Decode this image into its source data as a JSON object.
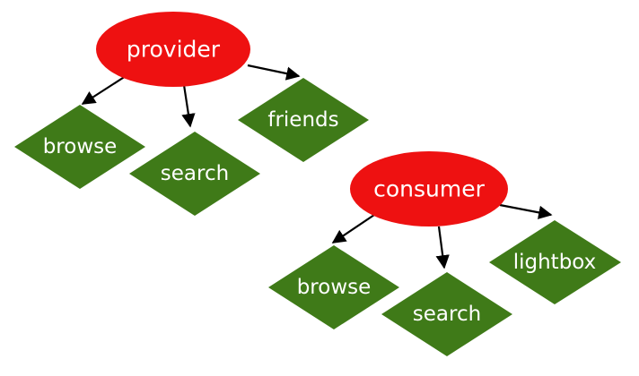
{
  "colors": {
    "ellipse_fill": "#ee1111",
    "diamond_fill": "#3f7a18",
    "label_color": "#ffffff",
    "edge_color": "#000000"
  },
  "provider": {
    "label": "provider",
    "children": [
      "browse",
      "search",
      "friends"
    ]
  },
  "consumer": {
    "label": "consumer",
    "children": [
      "browse",
      "search",
      "lightbox"
    ]
  }
}
